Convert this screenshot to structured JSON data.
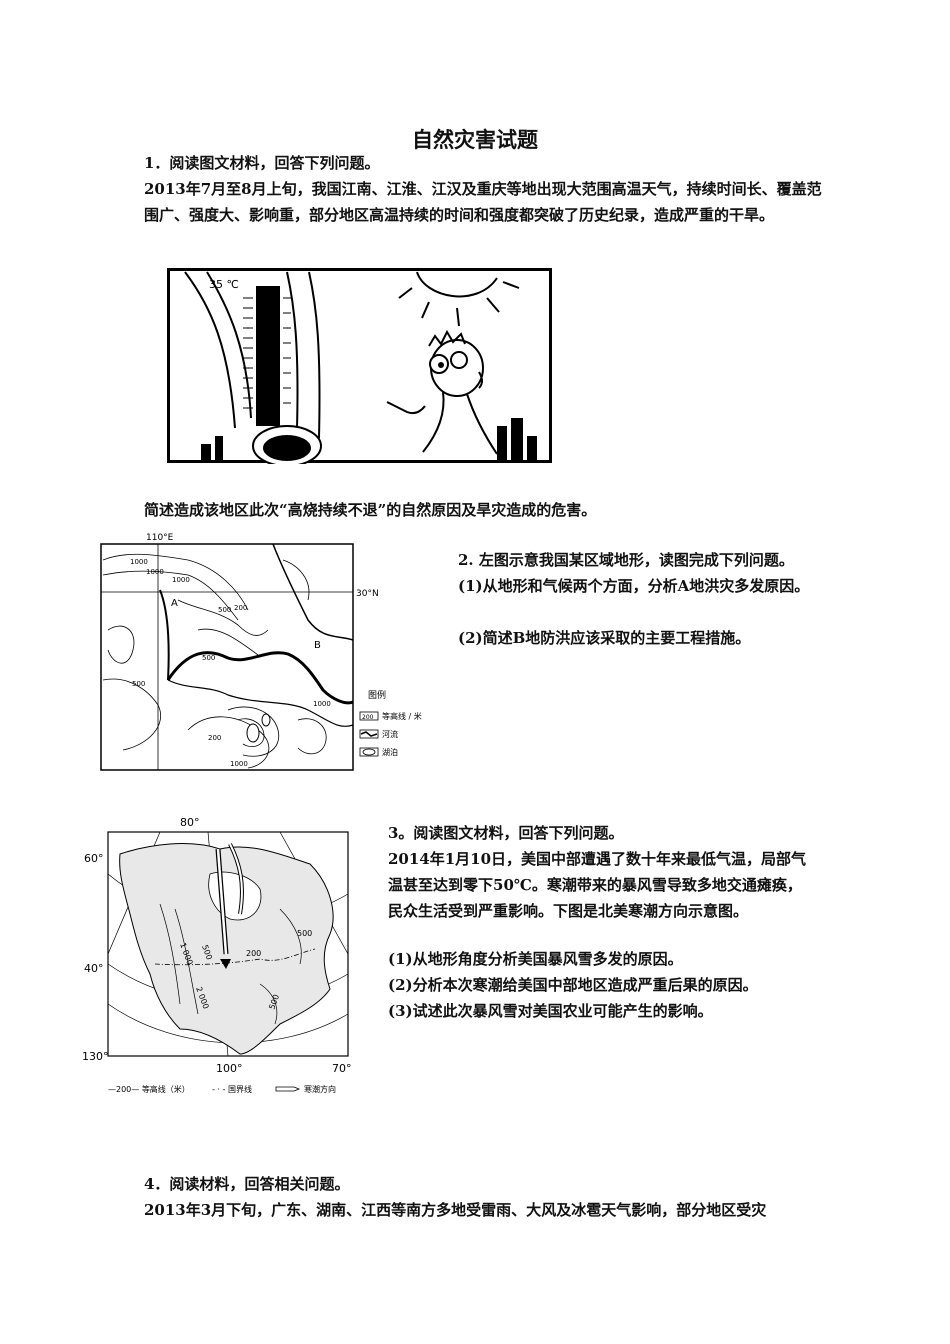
{
  "document": {
    "title": "自然灾害试题"
  },
  "q1": {
    "heading": "1．阅读图文材料，回答下列问题。",
    "material": "2013年7月至8月上旬，我国江南、江淮、江汉及重庆等地出现大范围高温天气，持续时间长、覆盖范围广、强度大、影响重，部分地区高温持续的时间和强度都突破了历史纪录，造成严重的干旱。",
    "figure_temp_label": "35 ℃",
    "question": "简述造成该地区此次“高烧持续不退”的自然原因及旱灾造成的危害。"
  },
  "q2": {
    "intro": "2. 左图示意我国某区域地形，读图完成下列问题。",
    "sub1": "(1)从地形和气候两个方面，分析A地洪灾多发原因。",
    "sub2": "(2)简述B地防洪应该采取的主要工程措施。",
    "map": {
      "lon_label": "110°E",
      "lat_label": "30°N",
      "point_a": "A",
      "point_b": "B",
      "contours": [
        "1000",
        "1000",
        "1000",
        "500",
        "200",
        "500",
        "500",
        "200",
        "1000",
        "1000"
      ],
      "legend_title": "图例",
      "legend_items": [
        "等高线 / 米",
        "河流",
        "湖泊"
      ],
      "legend_sample": "200"
    }
  },
  "q3": {
    "heading": "3。阅读图文材料，回答下列问题。",
    "material": "2014年1月10日，美国中部遭遇了数十年来最低气温，局部气温甚至达到零下50℃。寒潮带来的暴风雪导致多地交通瘫痪，民众生活受到严重影响。下图是北美寒潮方向示意图。",
    "sub1": "(1)从地形角度分析美国暴风雪多发的原因。",
    "sub2": "(2)分析本次寒潮给美国中部地区造成严重后果的原因。",
    "sub3": "(3)试述此次暴风雪对美国农业可能产生的影响。",
    "map": {
      "lon_top": "80°",
      "lat_60": "60°",
      "lat_40": "40°",
      "lon_130": "130°",
      "lon_100": "100°",
      "lon_70": "70°",
      "contours": [
        "1 000",
        "500",
        "200",
        "500",
        "2 000",
        "500"
      ],
      "legend_contour": "—200— 等高线（米）",
      "legend_border": "- · - 国界线",
      "legend_cold": "寒潮方向"
    }
  },
  "q4": {
    "heading": "4．阅读材料，回答相关问题。",
    "material": "2013年3月下旬，广东、湖南、江西等南方多地受雷雨、大风及冰雹天气影响，部分地区受灾"
  }
}
